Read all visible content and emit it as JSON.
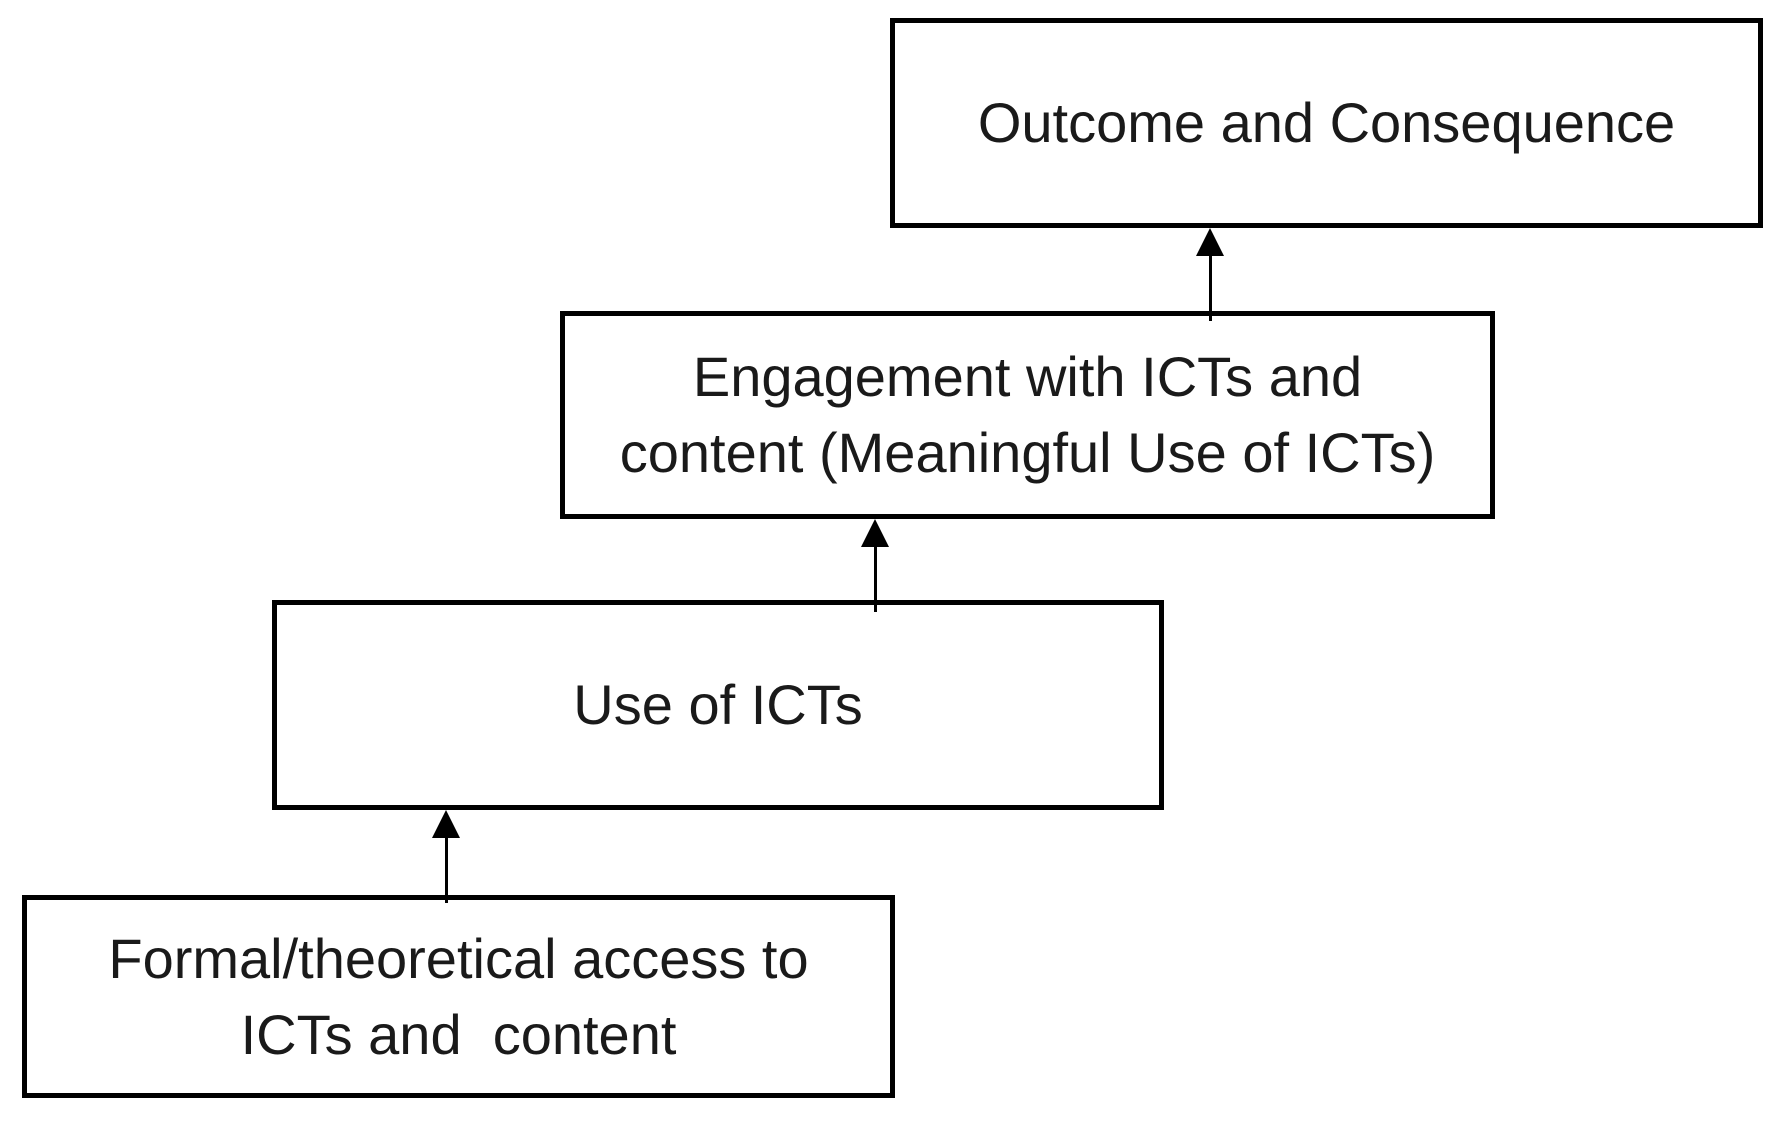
{
  "diagram": {
    "type": "flowchart",
    "direction": "bottom-left to top-right, arrows pointing upward",
    "nodes": [
      {
        "id": "access",
        "label": "Formal/theoretical access to ICTs and  content",
        "lines": [
          "Formal/theoretical access to",
          "ICTs and  content"
        ]
      },
      {
        "id": "use",
        "label": "Use of ICTs",
        "lines": [
          "Use of ICTs"
        ]
      },
      {
        "id": "engagement",
        "label": "Engagement with ICTs and content (Meaningful Use of ICTs)",
        "lines": [
          "Engagement with ICTs and",
          "content (Meaningful Use of ICTs)"
        ]
      },
      {
        "id": "outcome",
        "label": "Outcome and Consequence",
        "lines": [
          "Outcome and Consequence"
        ]
      }
    ],
    "edges": [
      {
        "from": "access",
        "to": "use",
        "style": "solid",
        "arrowhead": "filled-triangle-up"
      },
      {
        "from": "use",
        "to": "engagement",
        "style": "solid",
        "arrowhead": "filled-triangle-up"
      },
      {
        "from": "engagement",
        "to": "outcome",
        "style": "solid",
        "arrowhead": "filled-triangle-up"
      }
    ]
  },
  "colors": {
    "background": "#ffffff",
    "box_border": "#000000",
    "box_fill": "#ffffff",
    "text": "#1a1a1a",
    "arrow": "#000000"
  }
}
